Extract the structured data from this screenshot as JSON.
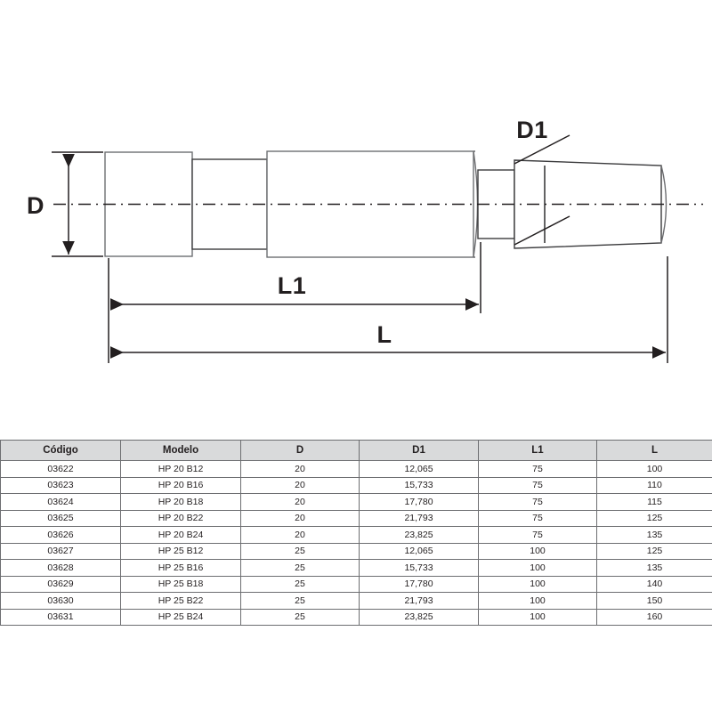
{
  "drawing": {
    "labels": {
      "diameter": "D",
      "pilot_diameter": "D1",
      "length_body": "L1",
      "length_total": "L"
    }
  },
  "table": {
    "headers": [
      "Código",
      "Modelo",
      "D",
      "D1",
      "L1",
      "L"
    ],
    "rows": [
      [
        "03622",
        "HP 20 B12",
        "20",
        "12,065",
        "75",
        "100"
      ],
      [
        "03623",
        "HP 20 B16",
        "20",
        "15,733",
        "75",
        "110"
      ],
      [
        "03624",
        "HP 20 B18",
        "20",
        "17,780",
        "75",
        "115"
      ],
      [
        "03625",
        "HP 20 B22",
        "20",
        "21,793",
        "75",
        "125"
      ],
      [
        "03626",
        "HP 20 B24",
        "20",
        "23,825",
        "75",
        "135"
      ],
      [
        "03627",
        "HP 25 B12",
        "25",
        "12,065",
        "100",
        "125"
      ],
      [
        "03628",
        "HP 25 B16",
        "25",
        "15,733",
        "100",
        "135"
      ],
      [
        "03629",
        "HP 25 B18",
        "25",
        "17,780",
        "100",
        "140"
      ],
      [
        "03630",
        "HP 25 B22",
        "25",
        "21,793",
        "100",
        "150"
      ],
      [
        "03631",
        "HP 25 B24",
        "25",
        "23,825",
        "100",
        "160"
      ]
    ]
  },
  "colors": {
    "line": "#231f20",
    "part_outline": "#6d6e71",
    "header_bg": "#d9dadb",
    "page_bg": "#ffffff"
  }
}
